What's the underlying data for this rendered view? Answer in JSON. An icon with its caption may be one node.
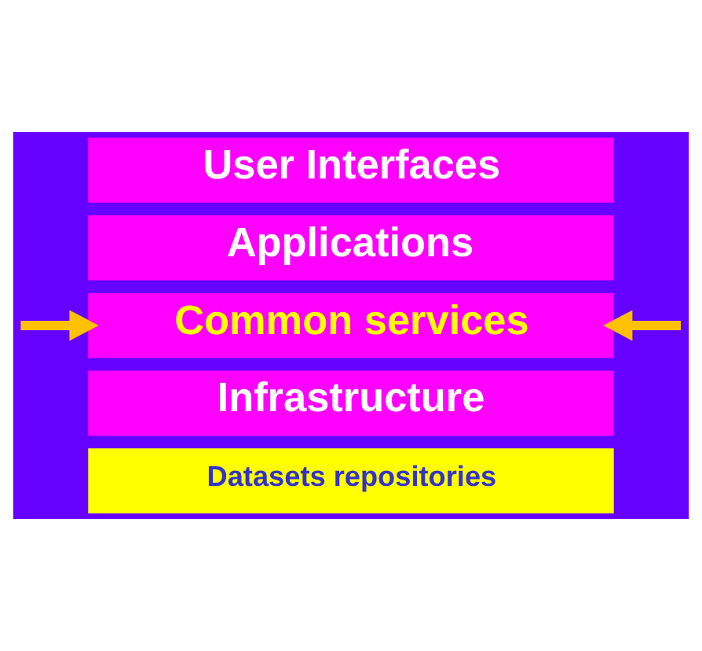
{
  "diagram": {
    "nodes": [
      {
        "text": [
          "User Interfaces"
        ]
      },
      {
        "text": [
          "Applications"
        ]
      },
      {
        "text": [
          "Common services"
        ]
      },
      {
        "text": [
          "Infrastructure"
        ]
      },
      {
        "text": [
          "Datasets repositories"
        ]
      }
    ],
    "edges": [
      {
        "from": null,
        "to": 2,
        "arrow": "to"
      },
      {
        "from": null,
        "to": 2,
        "arrow": "to"
      }
    ]
  }
}
